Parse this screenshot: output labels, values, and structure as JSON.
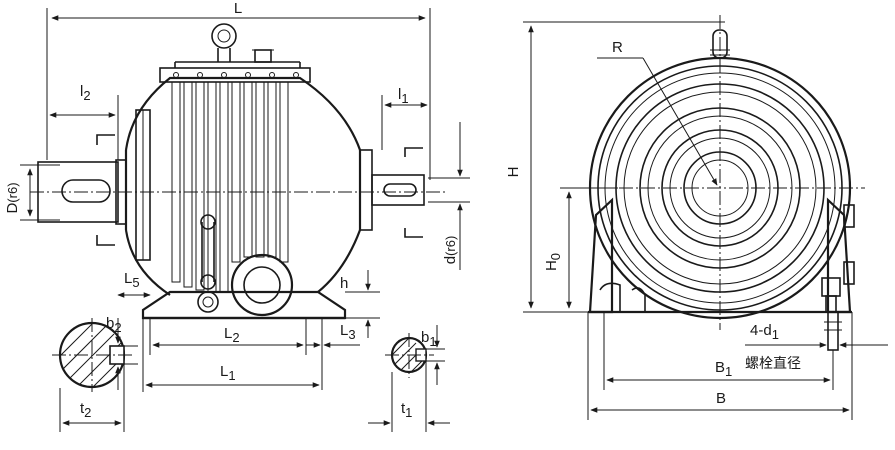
{
  "labels": {
    "L": "L",
    "l2": "l",
    "l2_sub": "2",
    "l1": "l",
    "l1_sub": "1",
    "D": "D",
    "D_suffix": "(r6)",
    "d": "d",
    "d_suffix": "(r6)",
    "L5": "L",
    "L5_sub": "5",
    "h": "h",
    "L2": "L",
    "L2_sub": "2",
    "L3": "L",
    "L3_sub": "3",
    "L1": "L",
    "L1_sub": "1",
    "b2": "b",
    "b2_sub": "2",
    "b1": "b",
    "b1_sub": "1",
    "t2": "t",
    "t2_sub": "2",
    "t1": "t",
    "t1_sub": "1",
    "H": "H",
    "R": "R",
    "H0": "H",
    "H0_sub": "0",
    "four_d1": "4-d",
    "four_d1_sub": "1",
    "bolt_diameter": "螺栓直径",
    "B1": "B",
    "B1_sub": "1",
    "B": "B"
  }
}
